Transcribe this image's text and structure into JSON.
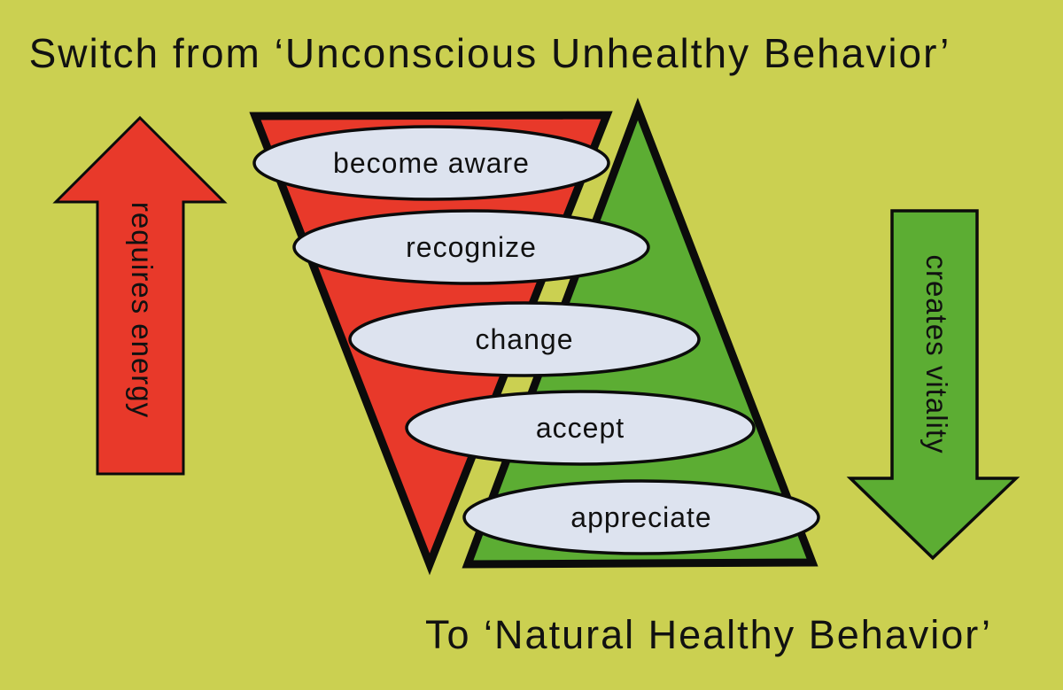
{
  "title": "Switch from ‘Unconscious Unhealthy Behavior’",
  "subtitle": "To ‘Natural Healthy Behavior’",
  "left_arrow": {
    "label": "requires energy",
    "direction": "up"
  },
  "right_arrow": {
    "label": "creates vitality",
    "direction": "down"
  },
  "steps": [
    {
      "label": "become aware"
    },
    {
      "label": "recognize"
    },
    {
      "label": "change"
    },
    {
      "label": "accept"
    },
    {
      "label": "appreciate"
    }
  ],
  "colors": {
    "background": "#cbd051",
    "red": "#e8392a",
    "green": "#5cad33",
    "ellipse_fill": "#dde3ef",
    "outline": "#0b0b0b",
    "text": "#111111"
  }
}
